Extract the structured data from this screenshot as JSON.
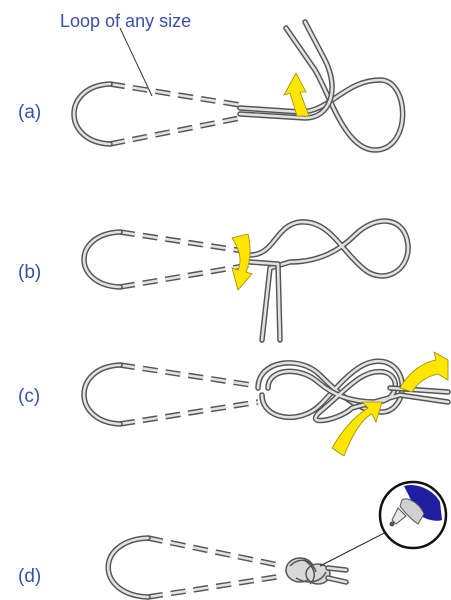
{
  "annotation": {
    "loop_label": "Loop of any size"
  },
  "steps": [
    {
      "label": "(a)"
    },
    {
      "label": "(b)"
    },
    {
      "label": "(c)"
    },
    {
      "label": "(d)"
    }
  ],
  "icons": {
    "glue": "glue-bottle-icon",
    "arrow": "direction-arrow-icon"
  },
  "colors": {
    "label_text": "#3b50a8",
    "arrow_fill": "#ffe600",
    "rope_outline": "#555555",
    "rope_fill": "#e2e2e2",
    "bottle_cap": "#1e1ea0"
  }
}
